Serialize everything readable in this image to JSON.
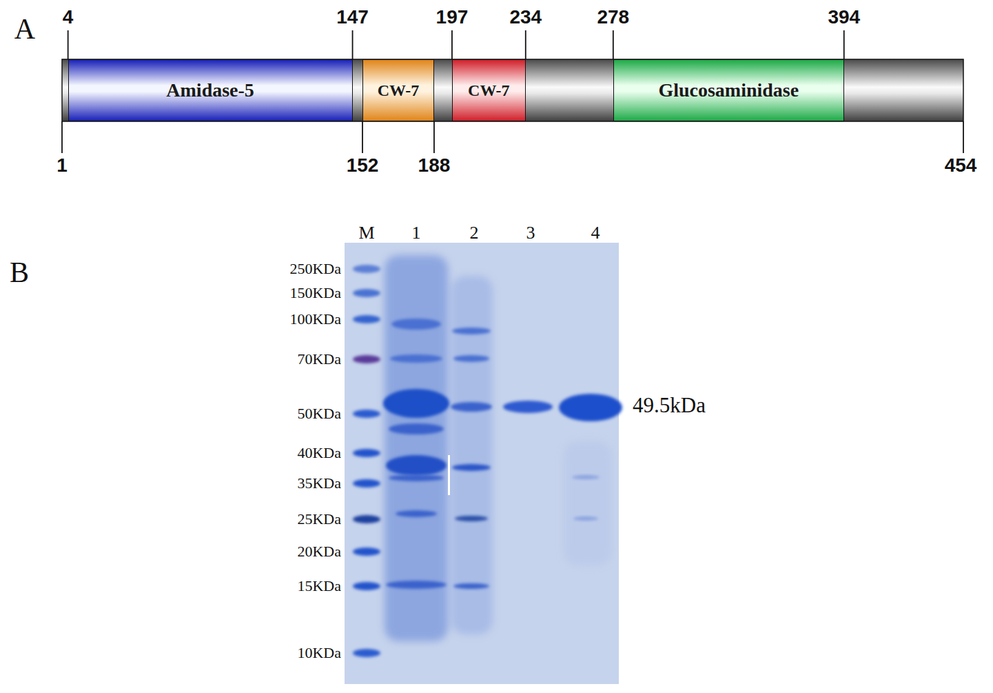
{
  "diagram": {
    "nodes": [
      {
        "text": [
          "Amidase-5"
        ]
      },
      {
        "text": [
          "CW-7"
        ]
      },
      {
        "text": [
          "CW-7"
        ]
      },
      {
        "text": [
          "Glucosaminidase"
        ]
      }
    ],
    "labels": [
      "A",
      "4",
      "147",
      "197",
      "234",
      "278",
      "394",
      "1",
      "152",
      "188",
      "454",
      "B",
      "M",
      "1",
      "2",
      "3",
      "4",
      "250KDa",
      "150KDa",
      "100KDa",
      "70KDa",
      "50KDa",
      "40KDa",
      "35KDa",
      "25KDa",
      "20KDa",
      "15KDa",
      "10KDa",
      "49.5kDa"
    ]
  }
}
